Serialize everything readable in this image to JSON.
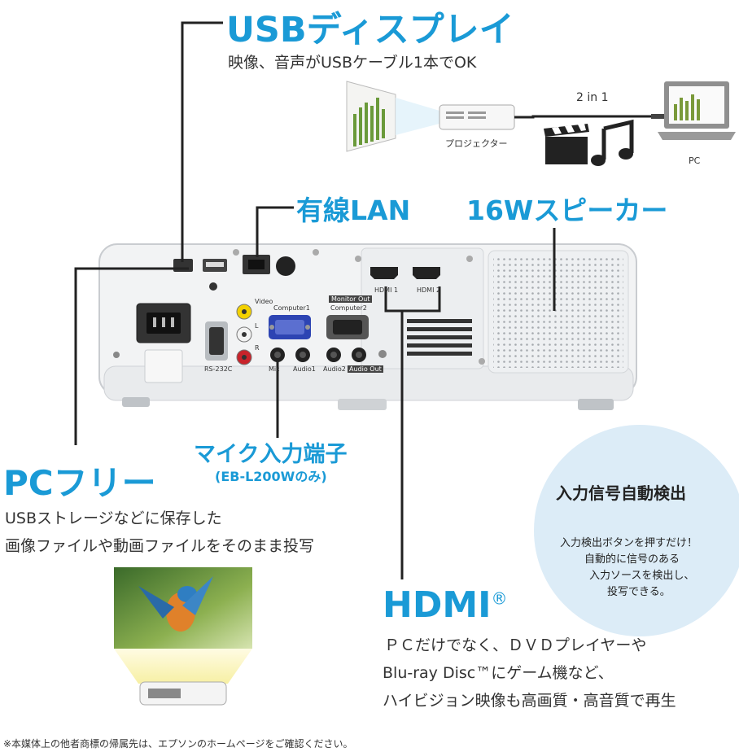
{
  "usb": {
    "title": "USBディスプレイ",
    "desc": "映像、音声がUSBケーブル1本でOK",
    "two_in_one": "2 in 1",
    "projector_label": "プロジェクター",
    "pc_label": "PC"
  },
  "lan": {
    "title": "有線LAN"
  },
  "speaker": {
    "title": "16Wスピーカー"
  },
  "ports": {
    "video": "Video",
    "l": "L",
    "r": "R",
    "computer1": "Computer1",
    "monitor_out": "Monitor Out",
    "computer2": "Computer2",
    "hdmi1": "HDMI 1",
    "hdmi2": "HDMI 2",
    "rs232c": "RS-232C",
    "mic": "Mic",
    "audio1": "Audio1",
    "audio2": "Audio2",
    "audio_out": "Audio Out"
  },
  "mic": {
    "title": "マイク入力端子",
    "note": "(EB-L200Wのみ)"
  },
  "pcfree": {
    "title": "PCフリー",
    "line1": "USBストレージなどに保存した",
    "line2": "画像ファイルや動画ファイルをそのまま投写"
  },
  "auto": {
    "title": "入力信号自動検出",
    "line1": "入力検出ボタンを押すだけ！",
    "line2": "自動的に信号のある",
    "line3": "入力ソースを検出し、",
    "line4": "投写できる。"
  },
  "hdmi": {
    "title": "HDMI",
    "reg": "®",
    "line1": "ＰＣだけでなく、ＤＶＤプレイヤーや",
    "line2": "Blu-ray Disc™にゲーム機など、",
    "line3": "ハイビジョン映像も高画質・高音質で再生"
  },
  "footnote": "※本媒体上の他者商標の帰属先は、エプソンのホームページをご確認ください。"
}
